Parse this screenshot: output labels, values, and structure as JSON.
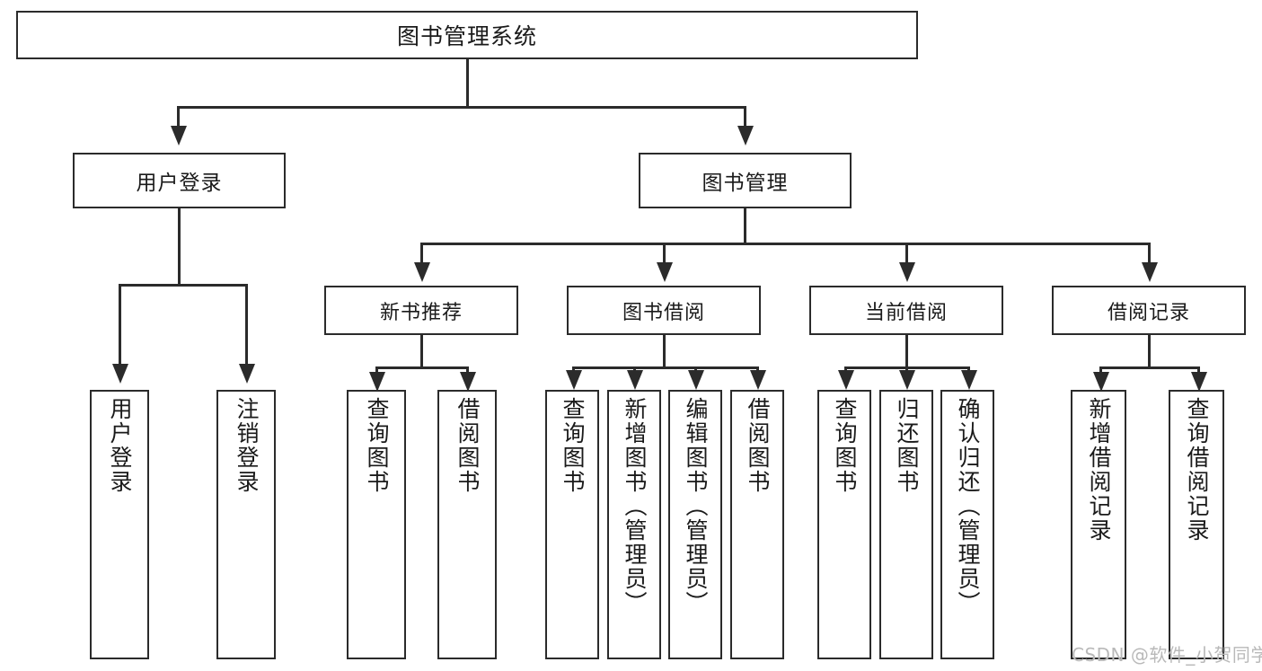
{
  "diagram": {
    "title": "图书管理系统",
    "type": "tree",
    "watermark": "CSDN @软件_小贺同学",
    "colors": {
      "stroke": "#2b2b2b",
      "box_fill": "#ffffff",
      "text": "#1a1a1a",
      "watermark": "#b9b9b9",
      "background": "#ffffff"
    }
  },
  "nodes": {
    "root": {
      "label": "图书管理系统"
    },
    "level2": [
      {
        "id": "user-login",
        "label": "用户登录"
      },
      {
        "id": "book-manage",
        "label": "图书管理"
      }
    ],
    "level3": [
      {
        "id": "new-book-recommend",
        "label": "新书推荐"
      },
      {
        "id": "book-borrow",
        "label": "图书借阅"
      },
      {
        "id": "current-borrow",
        "label": "当前借阅"
      },
      {
        "id": "borrow-record",
        "label": "借阅记录"
      }
    ],
    "leaves": {
      "user-login": [
        {
          "id": "leaf-user-login",
          "label": "用户登录"
        },
        {
          "id": "leaf-logout",
          "label": "注销登录"
        }
      ],
      "new-book-recommend": [
        {
          "id": "leaf-query-book-1",
          "label": "查询图书"
        },
        {
          "id": "leaf-borrow-book-1",
          "label": "借阅图书"
        }
      ],
      "book-borrow": [
        {
          "id": "leaf-query-book-2",
          "label": "查询图书"
        },
        {
          "id": "leaf-add-book",
          "label": "新增图书（管理员）"
        },
        {
          "id": "leaf-edit-book",
          "label": "编辑图书（管理员）"
        },
        {
          "id": "leaf-borrow-book-2",
          "label": "借阅图书"
        }
      ],
      "current-borrow": [
        {
          "id": "leaf-query-book-3",
          "label": "查询图书"
        },
        {
          "id": "leaf-return-book",
          "label": "归还图书"
        },
        {
          "id": "leaf-confirm-return",
          "label": "确认归还（管理员）"
        }
      ],
      "borrow-record": [
        {
          "id": "leaf-add-record",
          "label": "新增借阅记录"
        },
        {
          "id": "leaf-query-record",
          "label": "查询借阅记录"
        }
      ]
    }
  }
}
